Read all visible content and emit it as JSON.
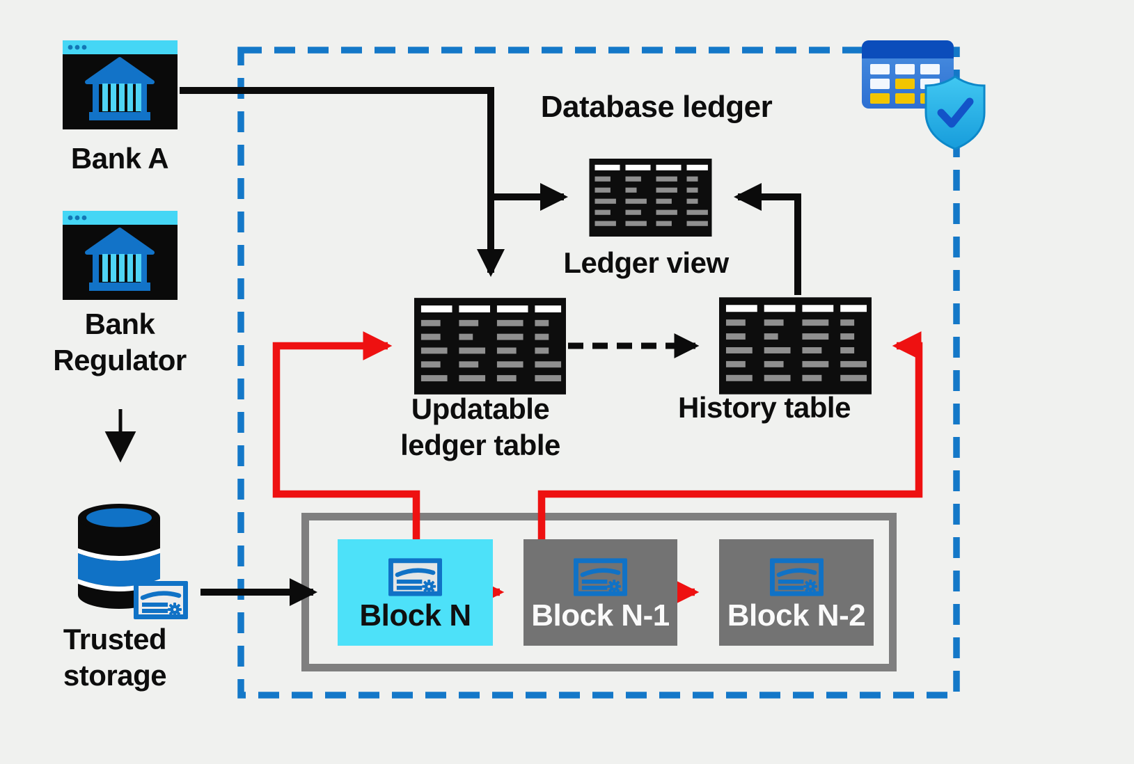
{
  "diagram": {
    "title": "Database ledger",
    "type": "architecture-diagram"
  },
  "nodes": {
    "bank_a": {
      "label": "Bank A",
      "icon": "browser-bank-icon"
    },
    "bank_regulator": {
      "label": "Bank Regulator",
      "icon": "browser-bank-icon"
    },
    "trusted_storage": {
      "label": "Trusted storage",
      "icon": "database-cylinder-icon + certificate-icon"
    },
    "ledger_view": {
      "label": "Ledger view",
      "icon": "table-icon"
    },
    "updatable_ledger_table": {
      "label": "Updatable ledger table",
      "icon": "table-icon"
    },
    "history_table": {
      "label": "History table",
      "icon": "table-icon"
    },
    "block_chain": {
      "blocks": [
        {
          "label": "Block N",
          "highlight": true,
          "color": "#4de1f9"
        },
        {
          "label": "Block N-1",
          "highlight": false,
          "color": "#737373"
        },
        {
          "label": "Block N-2",
          "highlight": false,
          "color": "#737373"
        }
      ]
    },
    "secure_table_badge": {
      "icon": "table-shield-check-icon"
    }
  },
  "edges": [
    {
      "from": "bank_a",
      "to": "updatable_ledger_table",
      "style": "solid-black-arrow"
    },
    {
      "from": "bank_a",
      "to": "ledger_view",
      "style": "solid-black-arrow"
    },
    {
      "from": "history_table",
      "to": "ledger_view",
      "style": "solid-black-arrow"
    },
    {
      "from": "bank_regulator",
      "to": "trusted_storage",
      "style": "solid-black-arrow"
    },
    {
      "from": "trusted_storage",
      "to": "block_n",
      "style": "solid-black-arrow"
    },
    {
      "from": "updatable_ledger_table",
      "to": "history_table",
      "style": "dashed-black-arrow"
    },
    {
      "from": "block_n",
      "to": "updatable_ledger_table",
      "style": "solid-red-arrow"
    },
    {
      "from": "block_n_1",
      "to": "history_table",
      "style": "solid-red-arrow"
    },
    {
      "from": "block_n",
      "to": "block_n_1",
      "style": "solid-red-arrow"
    },
    {
      "from": "block_n_1",
      "to": "block_n_2",
      "style": "solid-red-arrow"
    }
  ],
  "colors": {
    "background": "#f0f1ef",
    "dashed_boundary_blue": "#1478c8",
    "arrow_black": "#0b0b0b",
    "arrow_red": "#ee1111",
    "chain_container_gray": "#7f7f7f",
    "block_highlight_cyan": "#4de1f9",
    "block_gray": "#737373",
    "icon_blue": "#1072c6",
    "icon_cyan": "#4fd4f5",
    "badge_yellow": "#f2c500"
  }
}
